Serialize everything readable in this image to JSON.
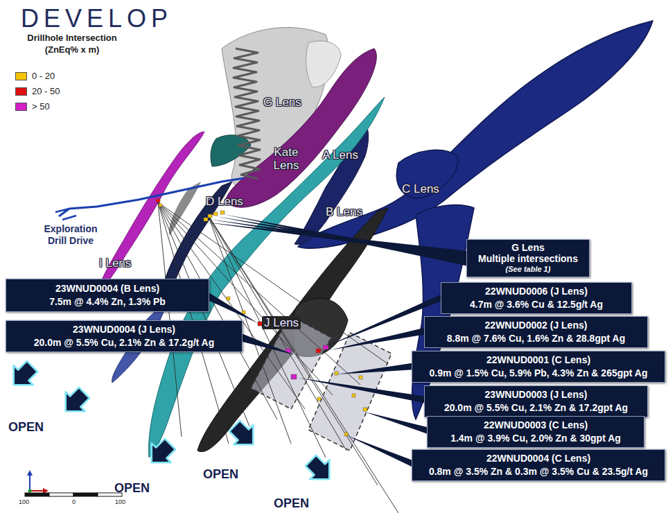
{
  "diagram": {
    "title": "DEVELOP",
    "nodes": [
      {
        "text": [
          "G Lens",
          "Multiple intersections",
          "(See table 1)"
        ]
      },
      {
        "text": [
          "23WNUD0004 (B Lens)",
          "7.5m @ 4.4% Zn, 1.3% Pb"
        ]
      },
      {
        "text": [
          "22WNUD0006 (J Lens)",
          "4.7m @ 3.6% Cu & 12.5g/t Ag"
        ]
      },
      {
        "text": [
          "22WNUD0002 (J Lens)",
          "8.8m @ 7.6% Cu, 1.6% Zn & 28.8gpt Ag"
        ]
      },
      {
        "text": [
          "23WNUD0004 (J Lens)",
          "20.0m @ 5.5% Cu, 2.1% Zn & 17.2g/t Ag"
        ]
      },
      {
        "text": [
          "22WNUD0001 (C Lens)",
          "0.9m @ 1.5% Cu, 5.9% Pb, 4.3% Zn & 265gpt Ag"
        ]
      },
      {
        "text": [
          "23WNUD0003 (J Lens)",
          "20.0m @ 5.5% Cu, 2.1% Zn & 17.2gpt Ag"
        ]
      },
      {
        "text": [
          "22WNUD0003 (C Lens)",
          "1.4m @ 3.9% Cu, 2.0% Zn & 30gpt Ag"
        ]
      },
      {
        "text": [
          "22WNUD0004 (C Lens)",
          "0.8m @ 3.5% Zn & 0.3m @ 3.5% Cu & 23.5g/t Ag"
        ]
      }
    ],
    "labels": [
      "G Lens",
      "Kate Lens",
      "A Lens",
      "D Lens",
      "B Lens",
      "C Lens",
      "Exploration Drill Drive",
      "I Lens",
      "J Lens",
      "OPEN",
      "OPEN",
      "OPEN",
      "OPEN",
      "100",
      "0",
      "100",
      "Drillhole Intersection (ZnEq% x m)"
    ],
    "legend": [
      {
        "text": "0 - 20",
        "color": "#f5c400"
      },
      {
        "text": "20 - 50",
        "color": "#e01010"
      },
      {
        "text": "> 50",
        "color": "#d21fc8"
      }
    ]
  }
}
